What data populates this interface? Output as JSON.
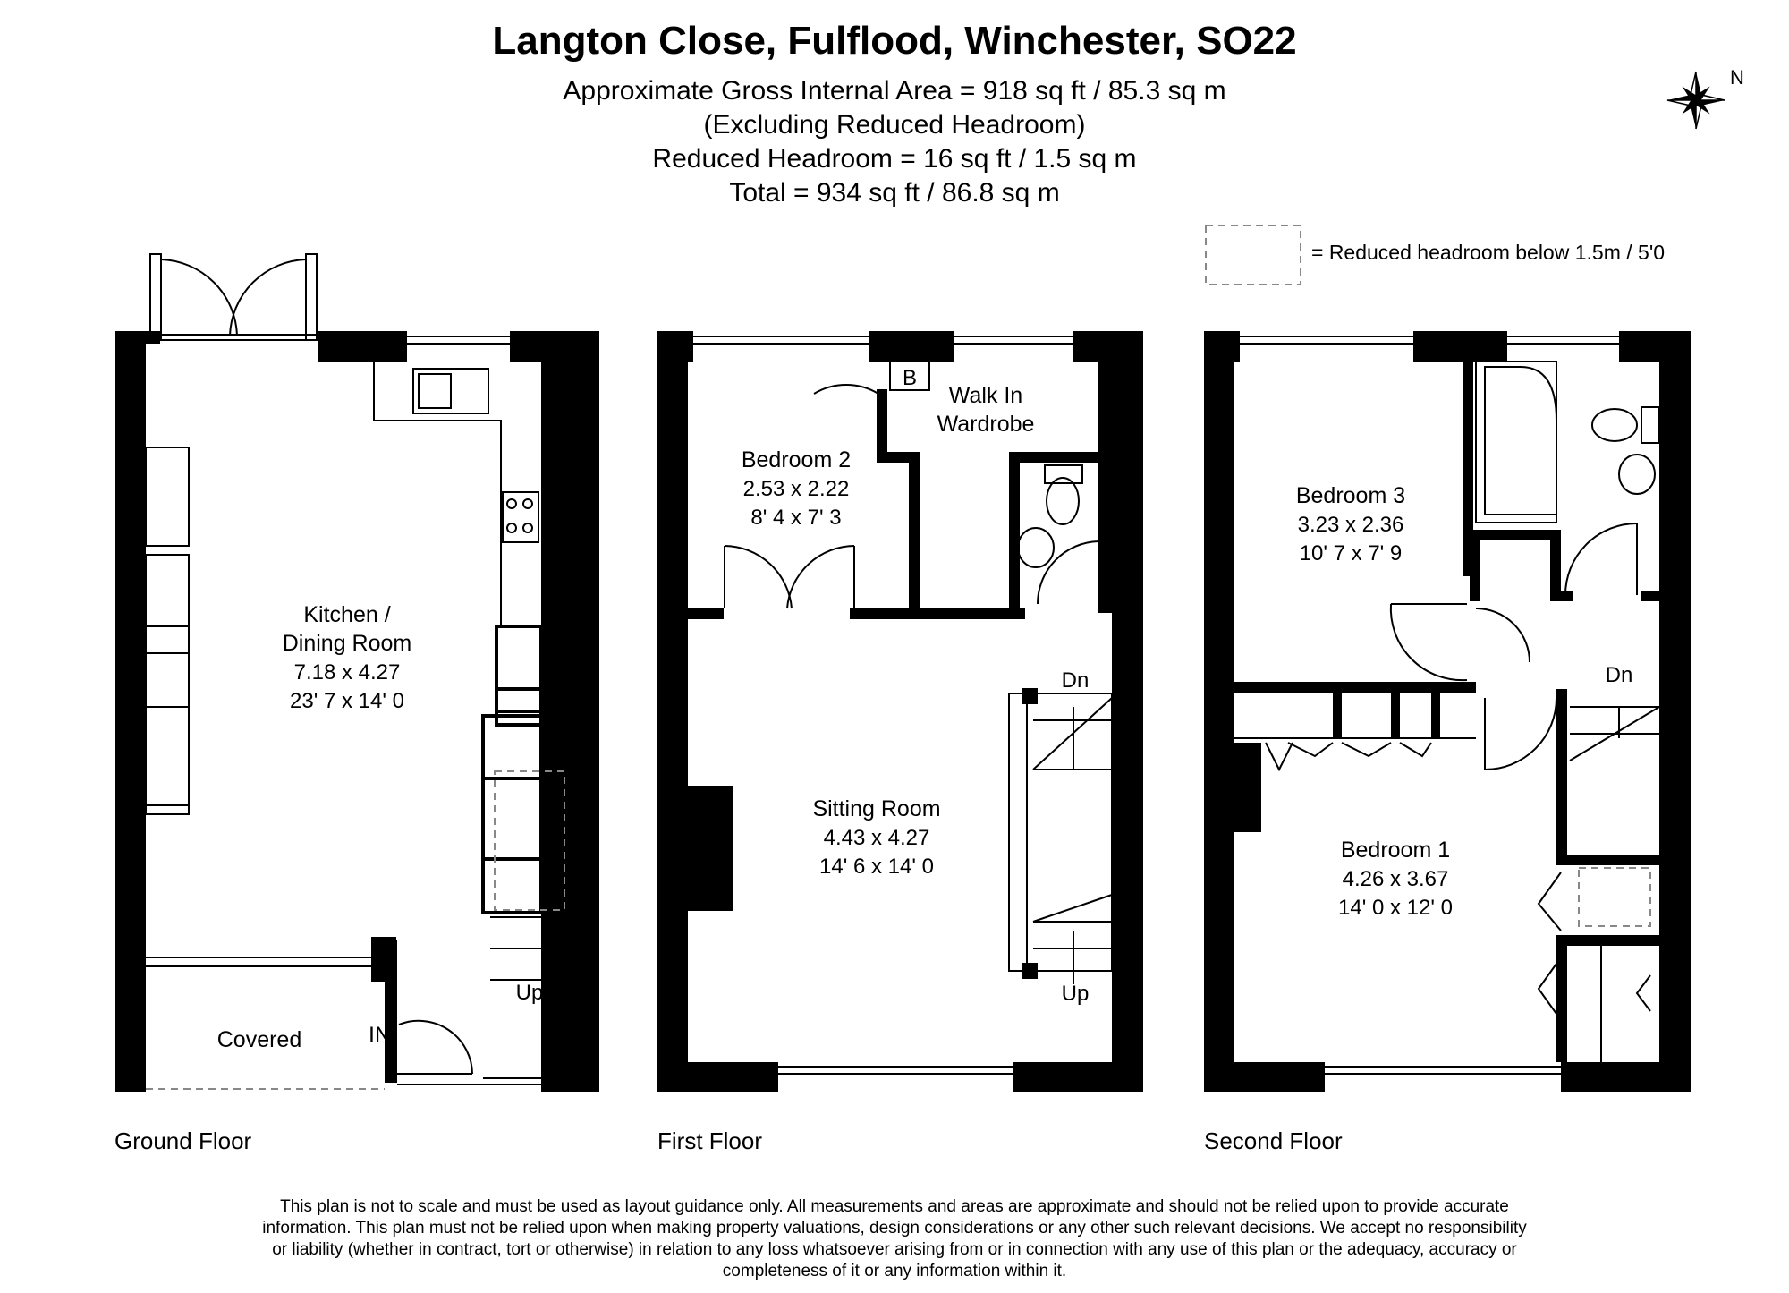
{
  "header": {
    "title": "Langton Close, Fulflood, Winchester, SO22",
    "area_lines": [
      "Approximate Gross Internal Area = 918 sq ft / 85.3 sq m",
      "(Excluding Reduced Headroom)",
      "Reduced Headroom = 16 sq ft / 1.5 sq m",
      "Total = 934 sq ft / 86.8 sq m"
    ]
  },
  "compass": {
    "label": "N"
  },
  "legend": {
    "text": "= Reduced headroom below 1.5m / 5'0"
  },
  "floors": {
    "ground": {
      "label": "Ground Floor",
      "kitchen": {
        "name_line1": "Kitchen /",
        "name_line2": "Dining Room",
        "metric": "7.18 x 4.27",
        "imperial": "23' 7 x 14' 0"
      },
      "covered": "Covered",
      "entrance": "IN",
      "stairs": "Up"
    },
    "first": {
      "label": "First Floor",
      "bedroom2": {
        "name": "Bedroom 2",
        "metric": "2.53 x 2.22",
        "imperial": "8' 4 x 7' 3"
      },
      "wardrobe": {
        "line1": "Walk In",
        "line2": "Wardrobe"
      },
      "boiler": "B",
      "sitting": {
        "name": "Sitting Room",
        "metric": "4.43 x 4.27",
        "imperial": "14' 6 x 14' 0"
      },
      "stairs_down": "Dn",
      "stairs_up": "Up"
    },
    "second": {
      "label": "Second Floor",
      "bedroom3": {
        "name": "Bedroom 3",
        "metric": "3.23 x 2.36",
        "imperial": "10' 7 x 7' 9"
      },
      "bedroom1": {
        "name": "Bedroom 1",
        "metric": "4.26 x 3.67",
        "imperial": "14' 0 x 12' 0"
      },
      "stairs_down": "Dn"
    }
  },
  "disclaimer": "This plan is not to scale and must be used as layout guidance only. All measurements and areas are approximate and should not be relied upon to provide accurate information. This plan must not be relied upon when making property valuations, design considerations or any other such relevant decisions. We accept no responsibility or liability (whether in contract, tort or otherwise) in relation to any loss whatsoever arising from or in connection with any use of this plan or the adequacy, accuracy or completeness of it or any information within it."
}
